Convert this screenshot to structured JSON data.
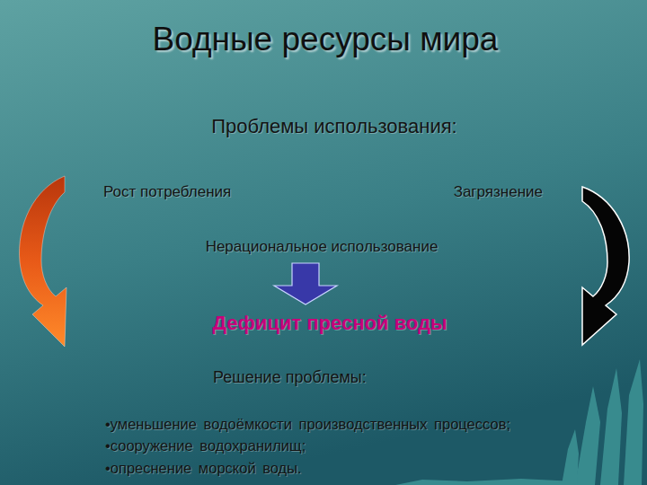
{
  "diagram": {
    "title": "Водные ресурсы мира",
    "labels": [
      "Проблемы использования:",
      "Рост потребления",
      "Загрязнение",
      "Нерациональное использование",
      "Дефицит пресной воды",
      "Решение проблемы:",
      "•уменьшение водоёмкости производственных процессов;",
      "•сооружение водохранилищ;",
      "•опреснение морской воды."
    ]
  }
}
